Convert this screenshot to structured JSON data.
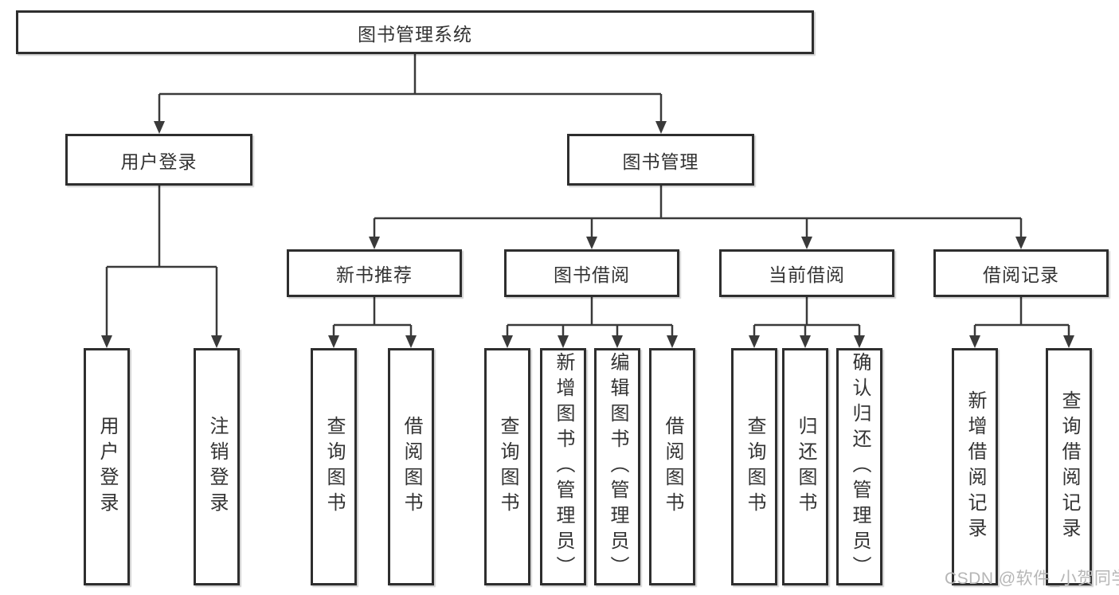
{
  "diagram": {
    "root": {
      "label": "图书管理系统"
    },
    "branches": [
      {
        "label": "用户登录",
        "children": [
          {
            "label": "用户登录"
          },
          {
            "label": "注销登录"
          }
        ]
      },
      {
        "label": "图书管理",
        "children": [
          {
            "label": "新书推荐",
            "children": [
              {
                "label": "查询图书"
              },
              {
                "label": "借阅图书"
              }
            ]
          },
          {
            "label": "图书借阅",
            "children": [
              {
                "label": "查询图书"
              },
              {
                "label": "新增图书（管理员）"
              },
              {
                "label": "编辑图书（管理员）"
              },
              {
                "label": "借阅图书"
              }
            ]
          },
          {
            "label": "当前借阅",
            "children": [
              {
                "label": "查询图书"
              },
              {
                "label": "归还图书"
              },
              {
                "label": "确认归还（管理员）"
              }
            ]
          },
          {
            "label": "借阅记录",
            "children": [
              {
                "label": "新增借阅记录"
              },
              {
                "label": "查询借阅记录"
              }
            ]
          }
        ]
      }
    ]
  },
  "watermark": "CSDN @软件_小贺同学",
  "colors": {
    "line": "#3a3a3a",
    "box_border": "#2e2e2e",
    "box_fill": "#ffffff",
    "text": "#333333",
    "watermark": "#b6b6b6"
  }
}
